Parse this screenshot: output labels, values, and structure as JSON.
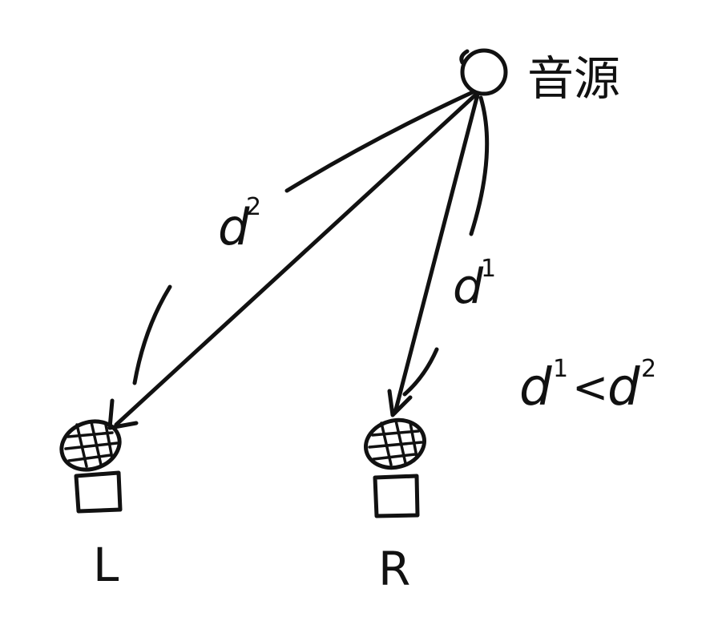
{
  "source_label": "音源",
  "left_mic_label": "L",
  "right_mic_label": "R",
  "distance_left": {
    "base": "d",
    "sup": "2"
  },
  "distance_right": {
    "base": "d",
    "sup": "1"
  },
  "relation": {
    "lhs_base": "d",
    "lhs_sup": "1",
    "op": "<",
    "rhs_base": "d",
    "rhs_sup": "2"
  },
  "ink_color": "#111111"
}
